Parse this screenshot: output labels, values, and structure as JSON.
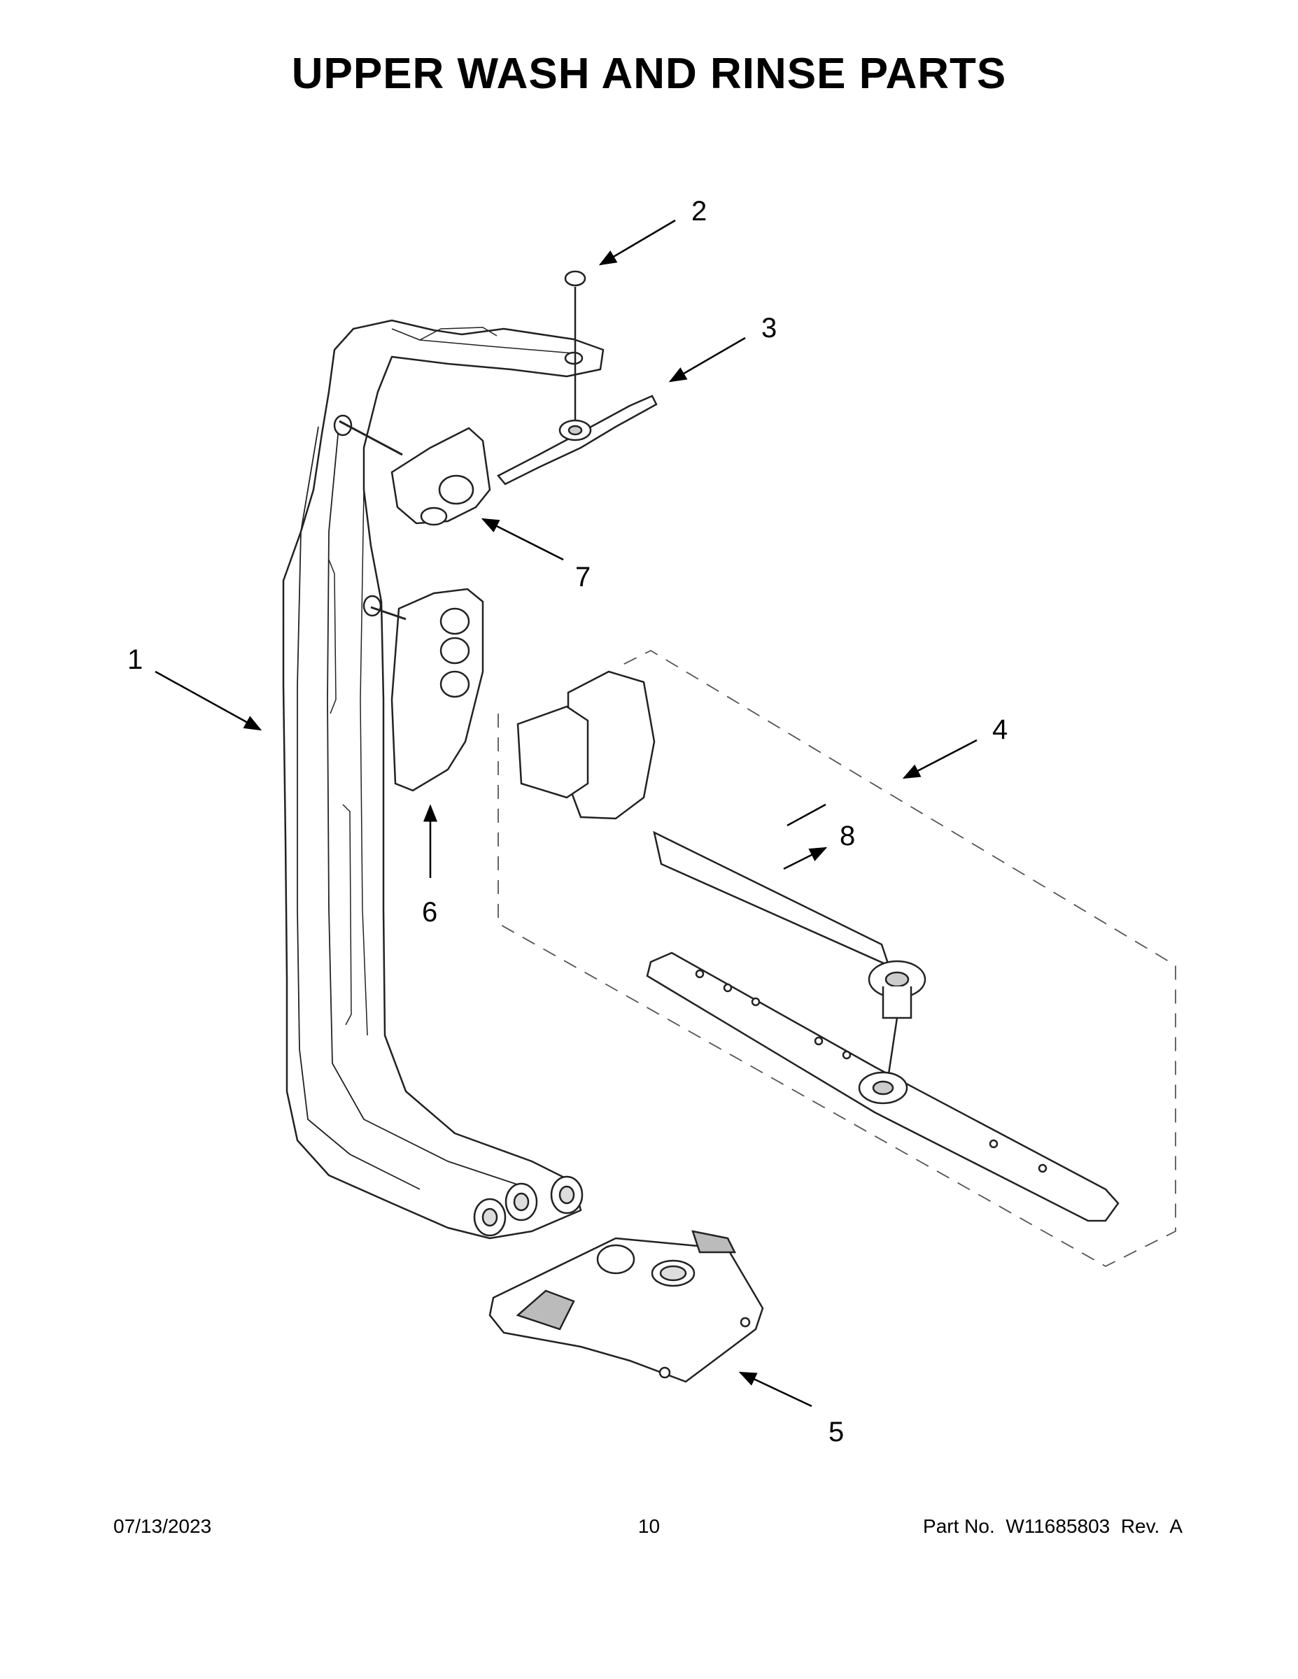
{
  "page": {
    "title": "UPPER WASH AND RINSE PARTS"
  },
  "callouts": [
    {
      "id": "1",
      "label": "1"
    },
    {
      "id": "2",
      "label": "2"
    },
    {
      "id": "3",
      "label": "3"
    },
    {
      "id": "4",
      "label": "4"
    },
    {
      "id": "5",
      "label": "5"
    },
    {
      "id": "6",
      "label": "6"
    },
    {
      "id": "7",
      "label": "7"
    },
    {
      "id": "8",
      "label": "8"
    }
  ],
  "footer": {
    "date": "07/13/2023",
    "page_number": "10",
    "part_prefix": "Part No.",
    "part_number": "W11685803",
    "revision": "Rev.  A"
  }
}
